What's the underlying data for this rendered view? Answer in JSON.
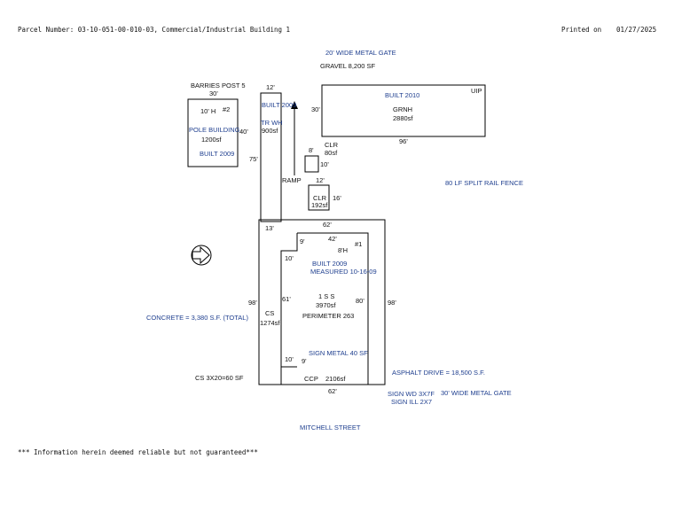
{
  "header": {
    "parcel": "Parcel Number: 03-10-051-00-010-03, Commercial/Industrial Building 1",
    "printed_label": "Printed on",
    "printed_date": "01/27/2025"
  },
  "footer": {
    "disclaimer": "*** Information herein deemed reliable but not guaranteed***"
  },
  "sketch": {
    "top_gate": "20' WIDE METAL GATE",
    "gravel": "GRAVEL 8,200 SF",
    "barries_post": "BARRIES POST 5",
    "pole_building": {
      "width": "30'",
      "height_label": "10' H",
      "number": "#2",
      "name": "POLE BUILDING",
      "area": "1200sf",
      "built": "BUILT 2009",
      "side": "40'"
    },
    "tr_wh": {
      "width": "12'",
      "built": "BUILT 2009",
      "name": "TR WH",
      "area": "900sf",
      "length": "75'",
      "ramp": "RAMP"
    },
    "grnh": {
      "uip": "UIP",
      "built": "BUILT 2010",
      "name": "GRNH",
      "area": "2880sf",
      "side": "30'",
      "width": "96'"
    },
    "clr_small": {
      "width": "8'",
      "name": "CLR",
      "area": "80sf",
      "side": "10'"
    },
    "clr_large": {
      "width": "12'",
      "name": "CLR",
      "area": "192sf",
      "side": "16'"
    },
    "fence": "80 LF SPLIT RAIL FENCE",
    "main": {
      "width_top": "62'",
      "cs_top": "13'",
      "notch_top": "42'",
      "notch_side": "9'",
      "notch_left": "10'",
      "number": "#1",
      "height_label": "8'H",
      "built": "BUILT 2009",
      "measured": "MEASURED 10-16-09",
      "stories": "1 S S",
      "area": "3970sf",
      "left_dim": "61'",
      "right_inner": "80'",
      "right_outer": "98'",
      "left_outer": "98'",
      "perimeter": "PERIMETER 263",
      "cs_name": "CS",
      "cs_area": "1274sf",
      "sign": "SIGN METAL 40 SF",
      "bottom_notch_a": "10'",
      "bottom_notch_b": "9'",
      "ccp": "CCP",
      "ccp_area": "2106sf",
      "width_bottom": "62'"
    },
    "concrete": "CONCRETE = 3,380 S.F. (TOTAL)",
    "cs_sign": "CS 3X20=60 SF",
    "asphalt": "ASPHALT DRIVE = 18,500 S.F.",
    "sign_wd": "SIGN WD 3X7F",
    "sign_ill": "SIGN ILL 2X7",
    "bottom_gate": "30' WIDE METAL GATE",
    "street": "MITCHELL STREET"
  },
  "icons": {
    "north_arrow": "north-arrow-icon"
  }
}
